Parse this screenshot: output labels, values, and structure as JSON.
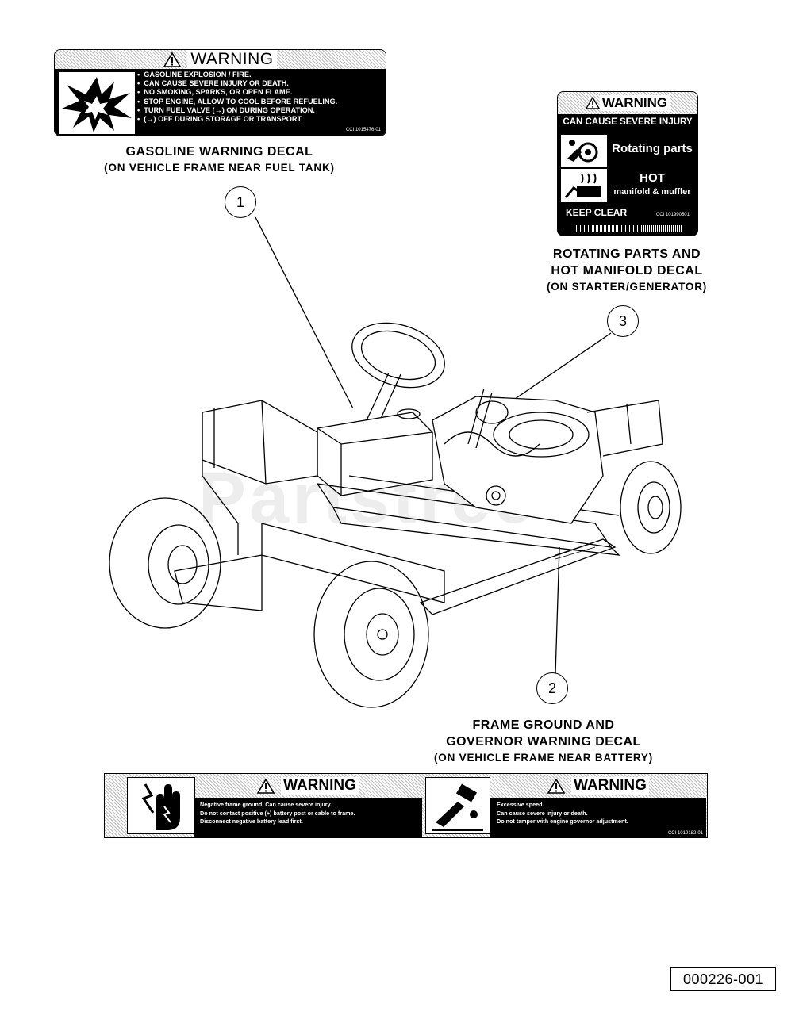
{
  "decals": {
    "gasoline": {
      "heading": "WARNING",
      "lines": [
        "GASOLINE EXPLOSION / FIRE.",
        "CAN CAUSE SEVERE INJURY OR DEATH.",
        "NO SMOKING, SPARKS, OR OPEN FLAME.",
        "STOP ENGINE, ALLOW TO COOL BEFORE REFUELING.",
        "TURN FUEL VALVE (→) ON DURING OPERATION.",
        "(→) OFF DURING STORAGE OR TRANSPORT."
      ],
      "code": "CCI 1015476-01",
      "caption": "GASOLINE WARNING DECAL",
      "location": "(ON VEHICLE FRAME NEAR FUEL TANK)",
      "icon": "explosion-icon"
    },
    "rotating": {
      "heading": "WARNING",
      "subheading": "CAN CAUSE SEVERE INJURY",
      "label_rotating": "Rotating parts",
      "label_hot": "HOT",
      "label_manifold": "manifold & muffler",
      "keep_clear": "KEEP CLEAR",
      "code": "CCI 101990501",
      "caption_line1": "ROTATING PARTS AND",
      "caption_line2": "HOT MANIFOLD DECAL",
      "location": "(ON STARTER/GENERATOR)",
      "icons": [
        "rotating-parts-icon",
        "hot-surface-icon"
      ]
    },
    "frame_governor": {
      "heading_left": "WARNING",
      "lines_left": [
        "Negative frame ground. Can cause severe injury.",
        "Do not contact positive (+) battery post or cable to frame.",
        "Disconnect negative battery lead first."
      ],
      "heading_right": "WARNING",
      "lines_right": [
        "Excessive speed.",
        "Can cause severe injury or death.",
        "Do not tamper with engine governor adjustment."
      ],
      "code": "CCI 1019182-01",
      "caption_line1": "FRAME GROUND AND",
      "caption_line2": "GOVERNOR WARNING DECAL",
      "location": "(ON VEHICLE FRAME NEAR BATTERY)",
      "icons": [
        "electric-shock-hand-icon",
        "governor-tamper-icon"
      ]
    }
  },
  "callouts": [
    "1",
    "2",
    "3"
  ],
  "watermark": "Partstree",
  "document_number": "000226-001"
}
